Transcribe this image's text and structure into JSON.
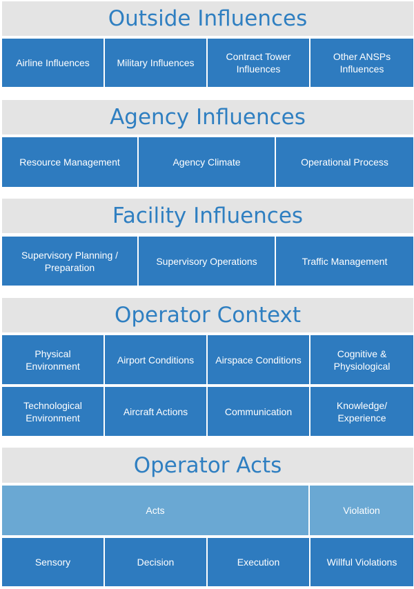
{
  "sections": [
    {
      "title": "Outside Influences",
      "rows": [
        [
          "Airline Influences",
          "Military Influences",
          "Contract Tower Influences",
          "Other ANSPs Influences"
        ]
      ]
    },
    {
      "title": "Agency Influences",
      "rows": [
        [
          "Resource Management",
          "Agency Climate",
          "Operational Process"
        ]
      ]
    },
    {
      "title": "Facility Influences",
      "rows": [
        [
          "Supervisory Planning / Preparation",
          "Supervisory Operations",
          "Traffic Management"
        ]
      ]
    },
    {
      "title": "Operator Context",
      "rows": [
        [
          "Physical Environment",
          "Airport Conditions",
          "Airspace Conditions",
          "Cognitive & Physiological"
        ],
        [
          "Technological Environment",
          "Aircraft Actions",
          "Communication",
          "Knowledge/ Experience"
        ]
      ]
    },
    {
      "title": "Operator Acts",
      "categories": [
        "Acts",
        "Violation"
      ],
      "rows": [
        [
          "Sensory",
          "Decision",
          "Execution",
          "Willful Violations"
        ]
      ]
    }
  ]
}
